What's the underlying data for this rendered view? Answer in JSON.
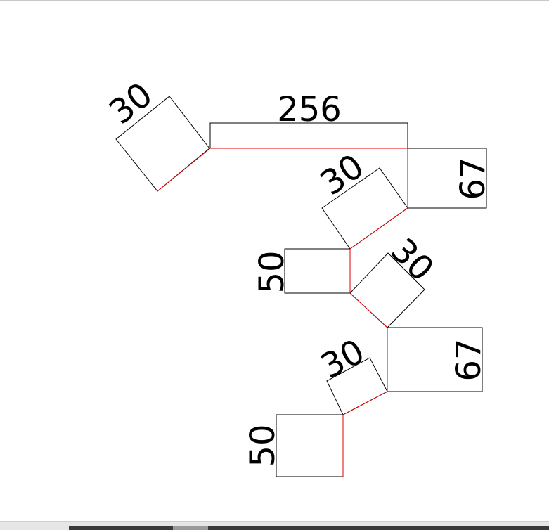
{
  "diagram": {
    "labels": {
      "top_width": "256",
      "top_left_square": "30",
      "upper_right_rect": "67",
      "middle_tilted": "30",
      "middle_left_rect": "50",
      "middle_right_tilted": "30",
      "lower_right_rect": "67",
      "lower_tilted": "30",
      "bottom_left_rect": "50"
    },
    "colors": {
      "outline": "#000000",
      "path": "#e00000"
    }
  }
}
